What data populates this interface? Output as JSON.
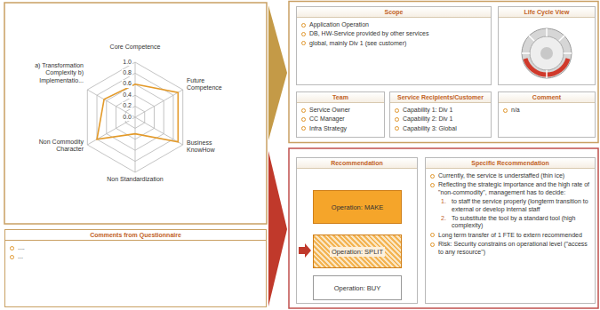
{
  "diagram": {
    "nodes": [
      {
        "text": [
          "Comments from Questionnaire",
          "....",
          "..."
        ]
      },
      {
        "text": [
          "Scope",
          "Application Operation",
          "DB, HW-Service provided by other services",
          "global, mainly Div 1 (see customer)"
        ]
      },
      {
        "text": [
          "Life Cycle View"
        ]
      },
      {
        "text": [
          "Team",
          "Service Owner",
          "CC Manager",
          "Infra Strategy"
        ]
      },
      {
        "text": [
          "Service Recipients/Customer",
          "Capability 1: Div 1",
          "Capability 2: Div 1",
          "Capability 3: Global"
        ]
      },
      {
        "text": [
          "Comment",
          "n/a"
        ]
      },
      {
        "text": [
          "Recommendation"
        ]
      },
      {
        "text": [
          "Operation: MAKE"
        ],
        "in": 6
      },
      {
        "text": [
          "Operation: SPLIT"
        ],
        "in": 6
      },
      {
        "text": [
          "Operation: BUY"
        ],
        "in": 6
      },
      {
        "text": [
          "Specific Recommendation",
          "Currently, the service is understaffed (thin ice)",
          "Reflecting the strategic importance and the high rate of \"non-commodity\", management has to decide:",
          "1.",
          "to staff the service properly (longterm transition to external or develop internal staff",
          "2.",
          "To substitute the tool by a standard tool (high complexity)",
          "Long term transfer of 1 FTE to extern recommended",
          "Risk: Security constrains on operational level (\"access to any resource\")"
        ]
      }
    ],
    "edges": [],
    "labels": [
      "Core Competence",
      "Future Competence",
      "Business KnowHow",
      "Non Standardization",
      "Non Commodity Character",
      "a) Transformation Complexity b) Implementatio...",
      "1.0",
      "0.8",
      "0.6",
      "0.4",
      "0.2",
      "0.0"
    ]
  }
}
